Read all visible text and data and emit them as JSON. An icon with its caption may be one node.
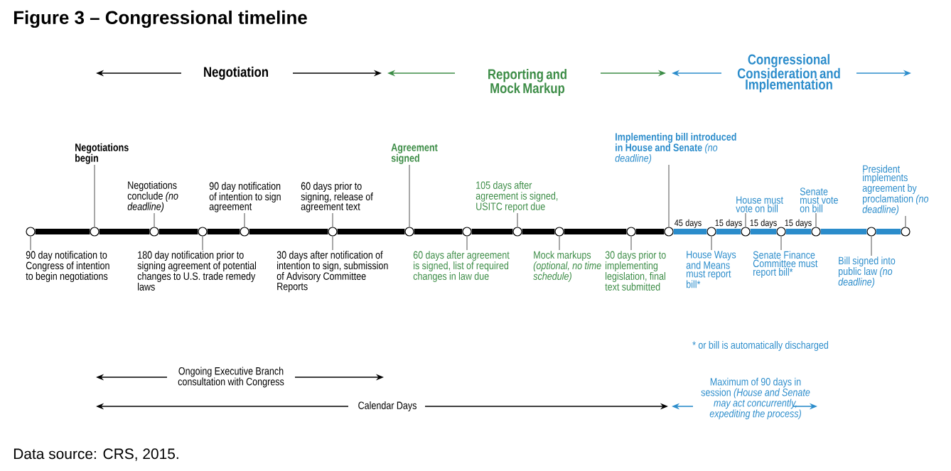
{
  "diagram": {
    "title": "Figure 3 – Congressional timeline",
    "caption": "Data source: CRS, 2015.",
    "nodes": [
      {
        "text": [],
        "shape": "circle"
      },
      {
        "text": [],
        "shape": "circle"
      },
      {
        "text": [],
        "shape": "circle"
      },
      {
        "text": [],
        "shape": "circle"
      },
      {
        "text": [],
        "shape": "circle"
      },
      {
        "text": [],
        "shape": "circle"
      },
      {
        "text": [],
        "shape": "circle"
      },
      {
        "text": [],
        "shape": "circle"
      },
      {
        "text": [],
        "shape": "circle"
      },
      {
        "text": [],
        "shape": "circle"
      },
      {
        "text": [],
        "shape": "circle"
      },
      {
        "text": [],
        "shape": "circle"
      },
      {
        "text": [],
        "shape": "circle"
      },
      {
        "text": [],
        "shape": "circle"
      },
      {
        "text": [],
        "shape": "circle"
      },
      {
        "text": [],
        "shape": "circle"
      },
      {
        "text": [],
        "shape": "circle"
      },
      {
        "text": [],
        "shape": "circle"
      },
      {
        "text": [
          "Negotiations begin"
        ]
      },
      {
        "text": [
          "Negotiations conclude *(no deadline)*"
        ]
      },
      {
        "text": [
          "90 day notification of intention to sign agreement"
        ]
      },
      {
        "text": [
          "60 days prior to signing, release of agreement text"
        ]
      },
      {
        "text": [
          "Agreement signed"
        ]
      },
      {
        "text": [
          "105 days after agreement is signed, USITC report due"
        ]
      },
      {
        "text": [
          "**Implementing bill introduced in House and Senate** *(no deadline)*"
        ]
      },
      {
        "text": [
          "House must vote on bill"
        ]
      },
      {
        "text": [
          "Senate must vote on bill"
        ]
      },
      {
        "text": [
          "President implements agreement by proclamation *(no deadline)*"
        ]
      },
      {
        "text": [
          "90 day notification to Congress of intention to begin negotiations"
        ]
      },
      {
        "text": [
          "180 day notification prior to signing agreement of potential changes to U.S. trade remedy laws"
        ]
      },
      {
        "text": [
          "30 days after notification of intention to sign, submission of Advisory Committee Reports"
        ]
      },
      {
        "text": [
          "60 days after agreement is signed, list of required changes in law due"
        ]
      },
      {
        "text": [
          "Mock markups *(optional, no time schedule)*"
        ]
      },
      {
        "text": [
          "30 days prior to implementing legislation, final text submitted"
        ]
      },
      {
        "text": [
          "House Ways and Means must report bill*"
        ]
      },
      {
        "text": [
          "Senate Finance Committee must report bill*"
        ]
      },
      {
        "text": [
          "Bill signed into public law *(no deadline)*"
        ]
      }
    ],
    "edges": [
      {
        "from": 0,
        "to": 1,
        "arrow": "none",
        "style": "thick",
        "color": "#000000"
      },
      {
        "from": 1,
        "to": 2,
        "arrow": "none",
        "style": "thick",
        "color": "#000000"
      },
      {
        "from": 2,
        "to": 3,
        "arrow": "none",
        "style": "thick",
        "color": "#000000"
      },
      {
        "from": 3,
        "to": 4,
        "arrow": "none",
        "style": "thick",
        "color": "#000000"
      },
      {
        "from": 4,
        "to": 5,
        "arrow": "none",
        "style": "thick",
        "color": "#000000"
      },
      {
        "from": 5,
        "to": 6,
        "arrow": "none",
        "style": "thick",
        "color": "#000000"
      },
      {
        "from": 6,
        "to": 7,
        "arrow": "none",
        "style": "thick",
        "color": "#000000"
      },
      {
        "from": 7,
        "to": 8,
        "arrow": "none",
        "style": "thick",
        "color": "#000000"
      },
      {
        "from": 8,
        "to": 9,
        "arrow": "none",
        "style": "thick",
        "color": "#000000"
      },
      {
        "from": 9,
        "to": 10,
        "arrow": "none",
        "style": "thick",
        "color": "#000000"
      },
      {
        "from": 10,
        "to": 11,
        "arrow": "none",
        "style": "thick",
        "color": "#000000"
      },
      {
        "from": 11,
        "to": 12,
        "arrow": "none",
        "style": "thick",
        "color": "#2b8ccb"
      },
      {
        "from": 12,
        "to": 13,
        "arrow": "none",
        "style": "thick",
        "color": "#2b8ccb"
      },
      {
        "from": 13,
        "to": 14,
        "arrow": "none",
        "style": "thick",
        "color": "#2b8ccb"
      },
      {
        "from": 14,
        "to": 15,
        "arrow": "none",
        "style": "thick",
        "color": "#2b8ccb"
      },
      {
        "from": 15,
        "to": 16,
        "arrow": "none",
        "style": "thick",
        "color": "#2b8ccb"
      },
      {
        "from": 16,
        "to": 17,
        "arrow": "none",
        "style": "thick",
        "color": "#2b8ccb"
      },
      {
        "from": 18,
        "to": 1,
        "arrow": "none"
      },
      {
        "from": 19,
        "to": 2,
        "arrow": "none"
      },
      {
        "from": 20,
        "to": 4,
        "arrow": "none"
      },
      {
        "from": 21,
        "to": 5,
        "arrow": "none"
      },
      {
        "from": 22,
        "to": 6,
        "arrow": "none"
      },
      {
        "from": 23,
        "to": 8,
        "arrow": "none"
      },
      {
        "from": 24,
        "to": 11,
        "arrow": "none"
      },
      {
        "from": 25,
        "to": 13,
        "arrow": "none"
      },
      {
        "from": 26,
        "to": 15,
        "arrow": "none"
      },
      {
        "from": 27,
        "to": 17,
        "arrow": "none"
      },
      {
        "from": 28,
        "to": 0,
        "arrow": "none"
      },
      {
        "from": 29,
        "to": 3,
        "arrow": "none"
      },
      {
        "from": 30,
        "to": 5,
        "arrow": "none"
      },
      {
        "from": 31,
        "to": 7,
        "arrow": "none"
      },
      {
        "from": 32,
        "to": 9,
        "arrow": "none"
      },
      {
        "from": 33,
        "to": 10,
        "arrow": "none"
      },
      {
        "from": 34,
        "to": 12,
        "arrow": "none"
      },
      {
        "from": 35,
        "to": 14,
        "arrow": "none"
      },
      {
        "from": 36,
        "to": 16,
        "arrow": "none"
      }
    ],
    "labels": [
      "Negotiation",
      "Reporting and Mock Markup",
      "Congressional Consideration and Implementation",
      "45 days",
      "15 days",
      "15 days",
      "15 days",
      "* or bill is automatically discharged",
      "Ongoing Executive Branch consultation with Congress",
      "Calendar Days",
      "Maximum of 90 days in session *(House and Senate may act concurrently, expediting the process)*"
    ]
  }
}
